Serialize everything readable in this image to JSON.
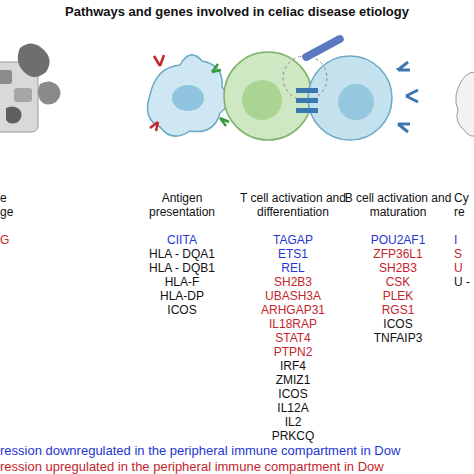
{
  "diagram": {
    "title": "Pathways and genes involved in celiac disease etiology",
    "labels": [
      "e ge",
      "G",
      "Antigen presentation",
      "CIITA",
      "HLA - DQA1",
      "HLA - DQB1",
      "HLA-F",
      "HLA-DP",
      "ICOS",
      "T cell activation and differentiation",
      "TAGAP",
      "ETS1",
      "REL",
      "SH2B3",
      "UBASH3A",
      "ARHGAP31",
      "IL18RAP",
      "STAT4",
      "PTPN2",
      "IRF4",
      "ZMIZ1",
      "ICOS",
      "IL12A",
      "IL2",
      "PRKCQ",
      "B cell activation and maturation",
      "POU2AF1",
      "ZFP36L1",
      "SH2B3",
      "CSK",
      "PLEK",
      "RGS1",
      "ICOS",
      "TNFAIP3",
      "Cy re",
      "I",
      "S",
      "U",
      "U -"
    ],
    "legend": [
      {
        "text": "ression downregulated in the peripheral immune compartment in Dow",
        "color": "#2436d0"
      },
      {
        "text": "ression upregulated in the peripheral immune compartment in Dow",
        "color": "#c4252b"
      }
    ]
  }
}
